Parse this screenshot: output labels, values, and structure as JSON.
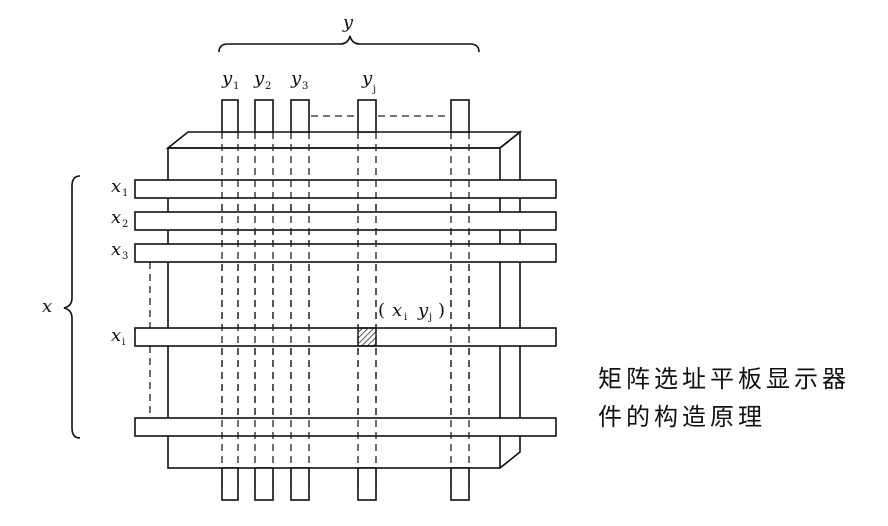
{
  "labels": {
    "y": "y",
    "y1": "y",
    "y1_sub": "1",
    "y2": "y",
    "y2_sub": "2",
    "y3": "y",
    "y3_sub": "3",
    "yj": "y",
    "yj_sub": "j",
    "x": "x",
    "x1": "x",
    "x1_sub": "1",
    "x2": "x",
    "x2_sub": "2",
    "x3": "x",
    "x3_sub": "3",
    "xi": "x",
    "xi_sub": "i",
    "intersection": "( x  i  y  j )",
    "int_open": "(",
    "int_x": "x",
    "int_x_sub": "i",
    "int_y": "y",
    "int_y_sub": "j",
    "int_close": ")"
  },
  "caption": {
    "line1": "矩阵选址平板显示器",
    "line2": "件的构造原理"
  },
  "colors": {
    "ink": "#111111",
    "background": "#ffffff"
  }
}
